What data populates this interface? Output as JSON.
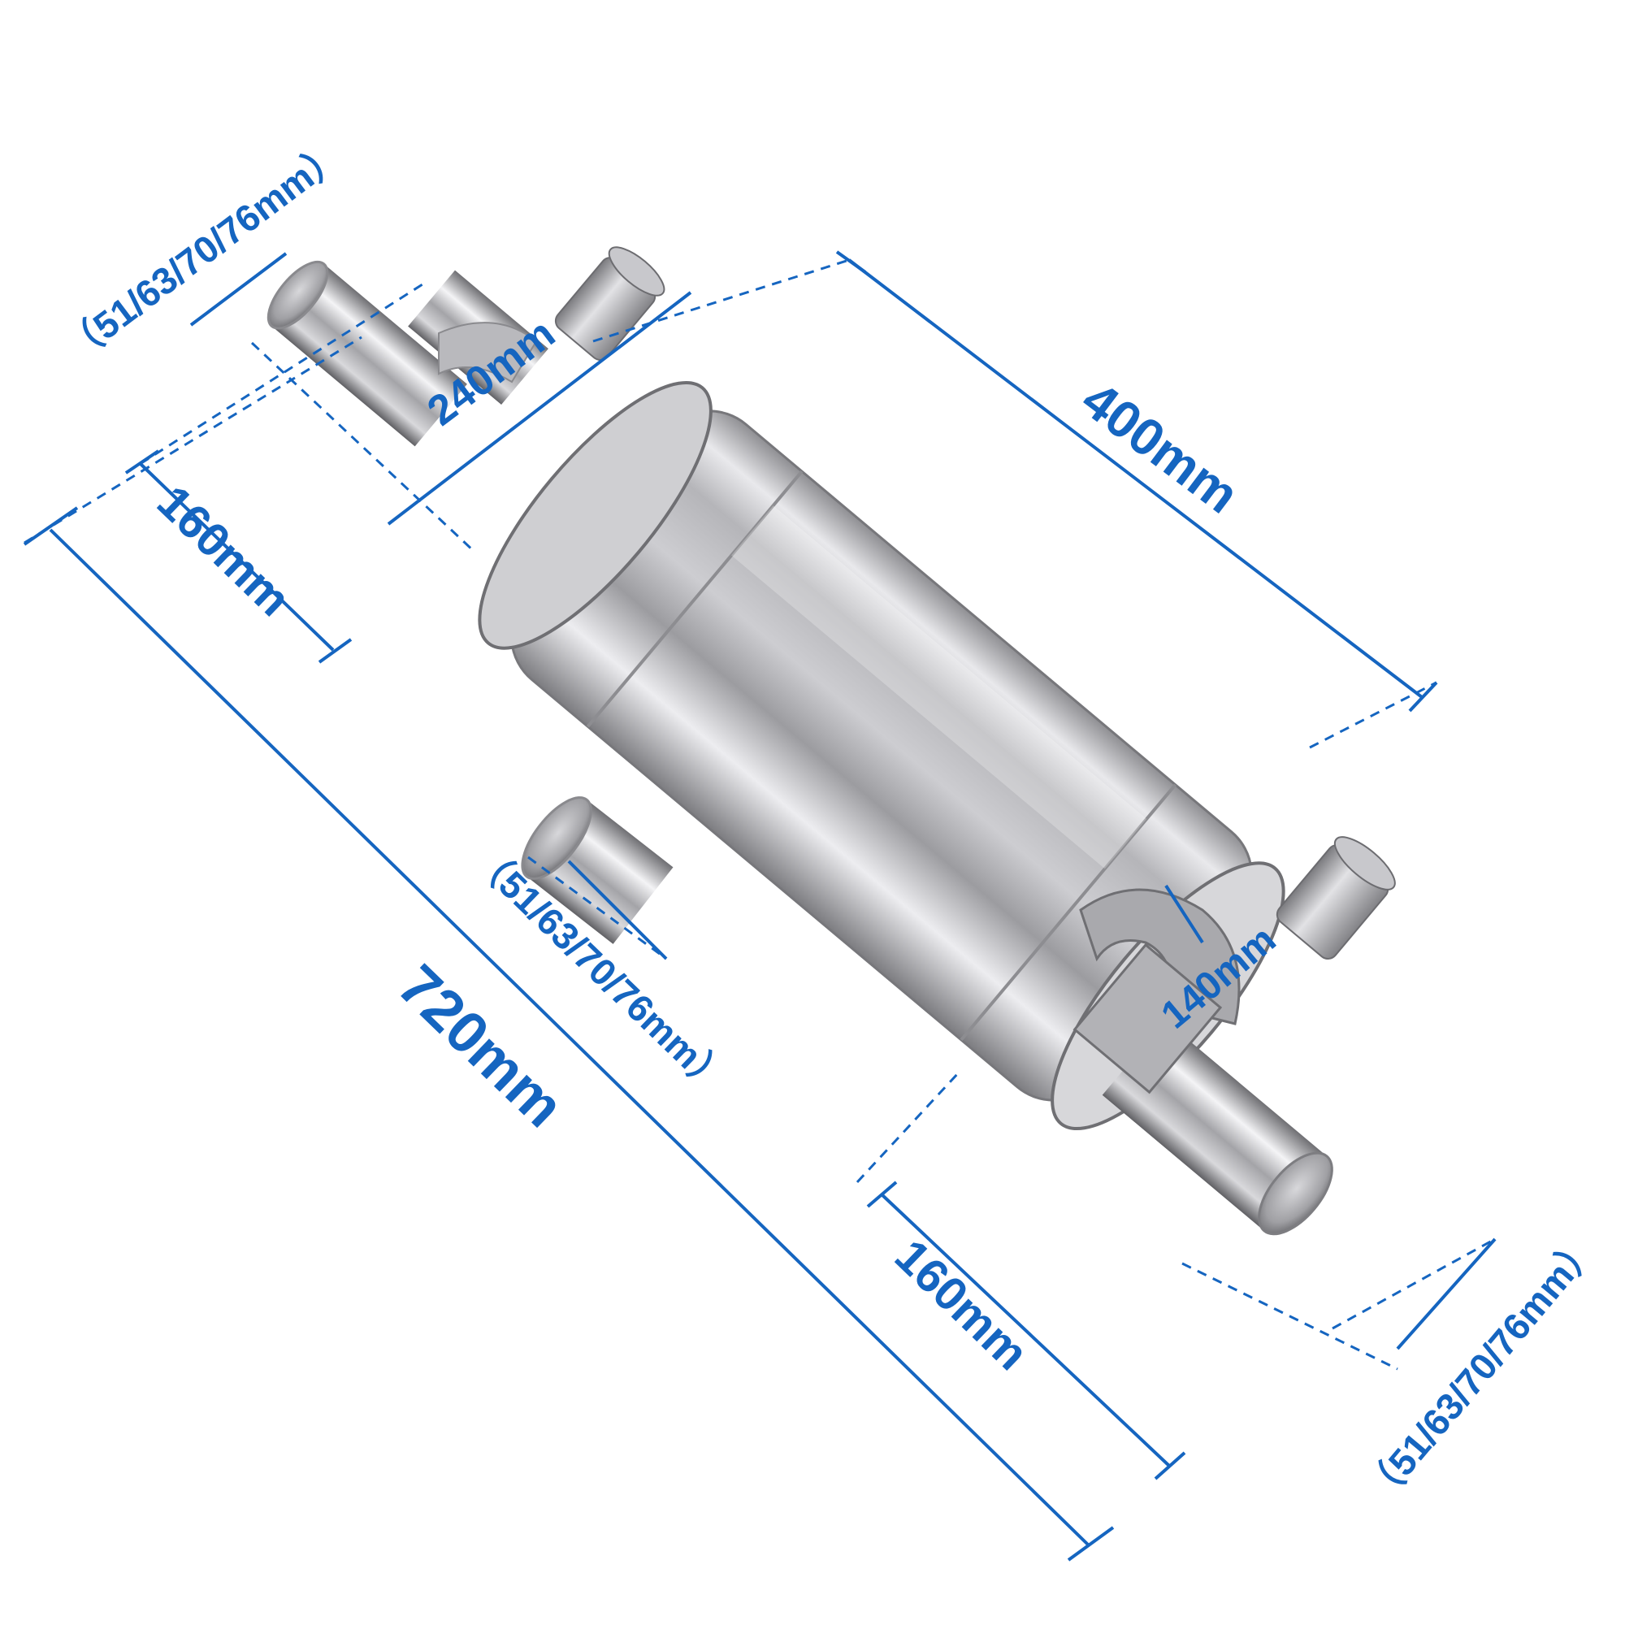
{
  "accent_color": "#1565c0",
  "product": "stainless steel exhaust muffler with dual valved tips",
  "dimensions": {
    "overall_length": "720mm",
    "body_length": "400mm",
    "valve_span": "240mm",
    "outlet_offset": "140mm",
    "inlet_pipe_length": "160mm",
    "outlet_pipe_length": "160mm",
    "pipe_diameter_top": "（51/63/70/76mm）",
    "pipe_diameter_middle": "（51/63/70/76mm）",
    "pipe_diameter_bottom": "（51/63/70/76mm）"
  }
}
